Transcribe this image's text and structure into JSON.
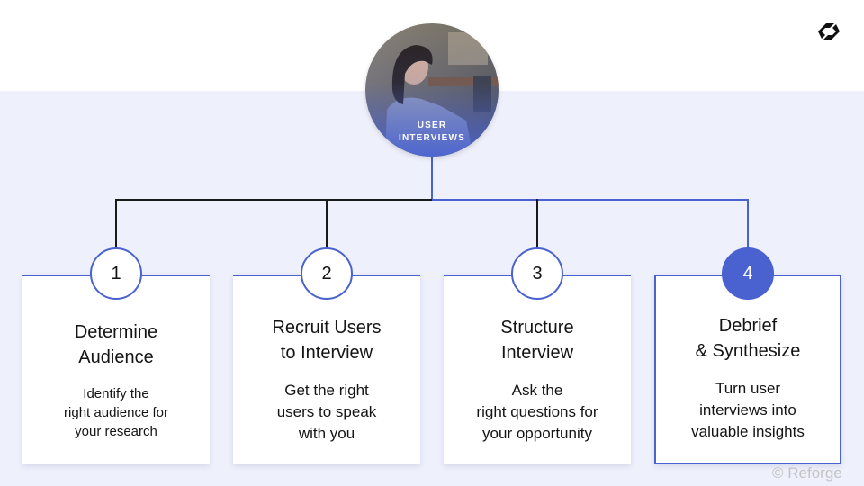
{
  "hub": {
    "label": "USER\nINTERVIEWS"
  },
  "colors": {
    "accent": "#4a62cf",
    "band": "#eef0fc",
    "line_dark": "#1a1a1a"
  },
  "steps": [
    {
      "number": "1",
      "title": "Determine\nAudience",
      "description": "Identify the\nright audience for\nyour research",
      "active": false
    },
    {
      "number": "2",
      "title": "Recruit Users\nto Interview",
      "description": "Get the right\nusers to speak\nwith you",
      "active": false
    },
    {
      "number": "3",
      "title": "Structure\nInterview",
      "description": "Ask the\nright questions for\nyour opportunity",
      "active": false
    },
    {
      "number": "4",
      "title": "Debrief\n& Synthesize",
      "description": "Turn user\ninterviews into\nvaluable insights",
      "active": true
    }
  ],
  "footer": {
    "copyright": "© Reforge"
  },
  "icons": {
    "logo": "reforge-logo-icon"
  }
}
